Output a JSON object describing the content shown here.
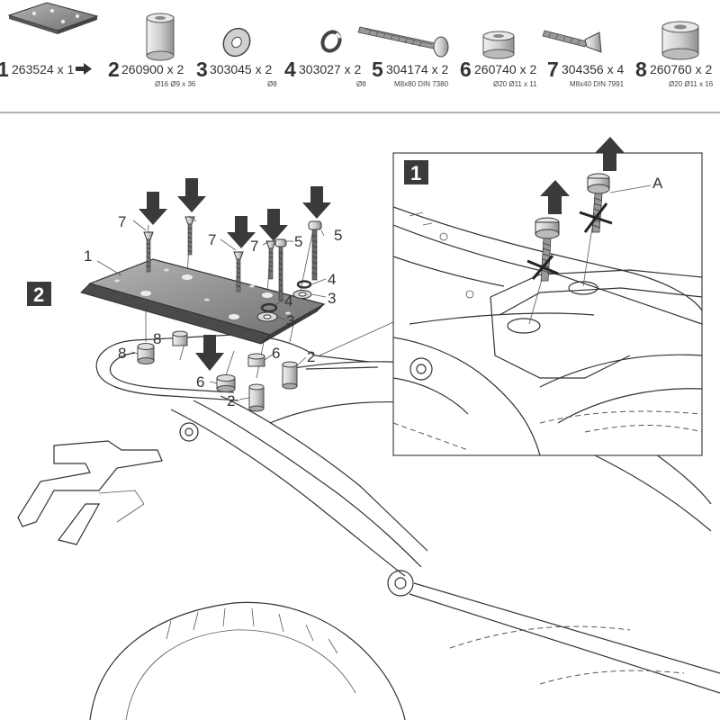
{
  "parts": [
    {
      "num": "1",
      "code": "263524 x 1",
      "spec": "",
      "icon": "plate-icon"
    },
    {
      "num": "2",
      "code": "260900 x 2",
      "spec": "Ø16 Ø9 x 36",
      "icon": "tall-spacer-icon"
    },
    {
      "num": "3",
      "code": "303045 x 2",
      "spec": "Ø8",
      "icon": "flat-washer-icon"
    },
    {
      "num": "4",
      "code": "303027 x 2",
      "spec": "Ø8",
      "icon": "lock-washer-icon"
    },
    {
      "num": "5",
      "code": "304174 x 2",
      "spec": "M8x80 DIN 7380",
      "icon": "button-head-screw-icon"
    },
    {
      "num": "6",
      "code": "260740 x 2",
      "spec": "Ø20 Ø11 x 11",
      "icon": "short-spacer-icon"
    },
    {
      "num": "7",
      "code": "304356 x 4",
      "spec": "M8x40 DIN 7991",
      "icon": "countersunk-screw-icon"
    },
    {
      "num": "8",
      "code": "260760 x 2",
      "spec": "Ø20 Ø11 x 16",
      "icon": "medium-spacer-icon"
    }
  ],
  "steps": [
    {
      "label": "1",
      "description": "remove original screws"
    },
    {
      "label": "2",
      "description": "mount plate"
    }
  ],
  "callouts": {
    "one": "1",
    "two": "2",
    "three": "3",
    "four": "4",
    "five": "5",
    "six": "6",
    "seven": "7",
    "eight": "8",
    "a": "A"
  },
  "colors": {
    "arrow": "#3a3a3a",
    "plate": "#8c8c8c",
    "step_box": "#3a3a3a"
  }
}
